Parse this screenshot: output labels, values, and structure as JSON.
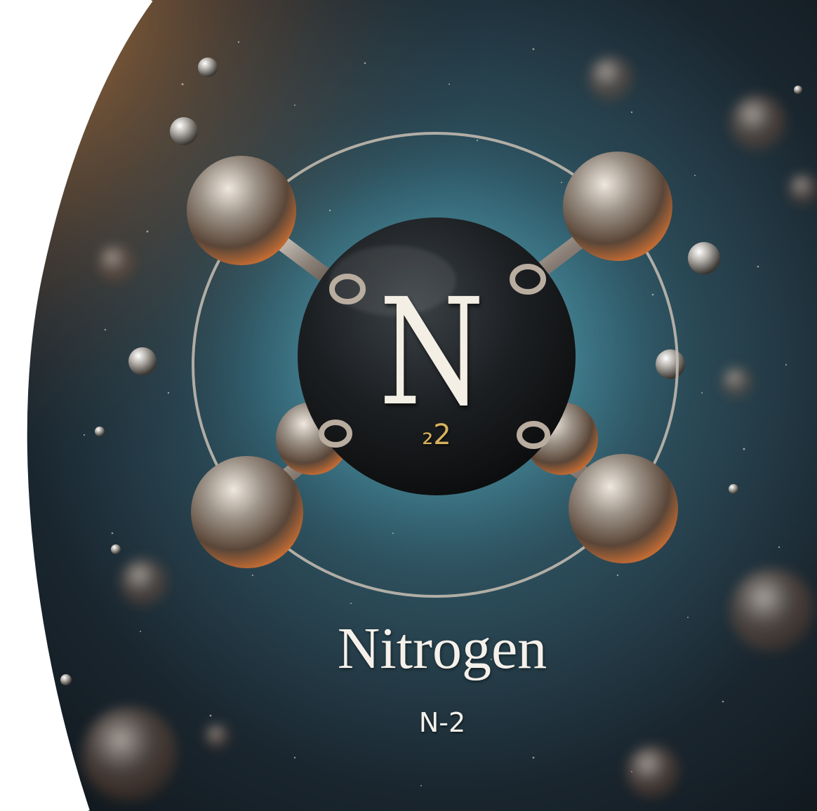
{
  "molecule": {
    "core_symbol": "N",
    "core_sub": "₂2"
  },
  "caption": {
    "title": "Nitrogen",
    "formula": "N-2"
  },
  "colors": {
    "space_center": "#3d6a7a",
    "space_edge": "#151d24",
    "warm_glow": "#b9773d",
    "metal_light": "#d9d2c8",
    "metal_dark": "#3a2a22",
    "core_dark": "#17191b"
  }
}
